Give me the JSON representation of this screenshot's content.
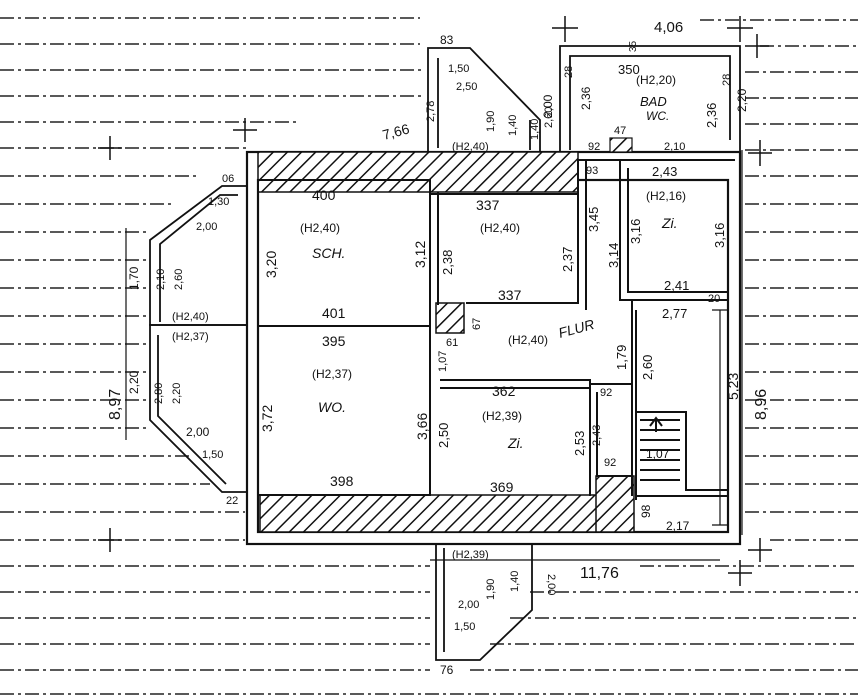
{
  "rooms": {
    "schlafen": {
      "name": "SCH.",
      "height": "(H2,40)",
      "width_top": "400",
      "width_bottom": "401",
      "left": "3,20",
      "right": "3,12"
    },
    "wohnen": {
      "name": "WO.",
      "height": "(H2,37)",
      "width_top": "395",
      "width_bottom": "398",
      "left": "3,72",
      "right": "3,66"
    },
    "kueche": {
      "width_top": "337",
      "height": "(H2,40)",
      "width_bottom": "337",
      "left": "2,38",
      "right": "2,37",
      "side": "3,45"
    },
    "flur": {
      "name": "FLUR",
      "height": "(H2,40)",
      "depth": "1,79",
      "width": "2,77",
      "lower": "2,60"
    },
    "zimmer_ost": {
      "name": "Zi.",
      "height": "(H2,16)",
      "width_top": "2,43",
      "width_bottom": "2,41",
      "left": "3,16",
      "right": "3,16",
      "side": "3,14"
    },
    "zimmer_mitte": {
      "name": "Zi.",
      "height": "(H2,39)",
      "width_top": "362",
      "width_bottom": "369",
      "left": "2,50",
      "right": "2,53"
    },
    "bad": {
      "name": "BAD",
      "sub": "WC.",
      "height": "(H2,20)",
      "width": "350",
      "left": "2,36",
      "right": "2,36"
    }
  },
  "dimensions": {
    "overall_right": "8,96",
    "overall_left": "8,97",
    "overall_bottom": "11,76",
    "upper_left": "7,66",
    "top_right": "4,06",
    "top_small": "83",
    "bottom_small": "76",
    "flur_right": "5,23",
    "stair": "1,07",
    "stair_width": "2,17",
    "bottom_right_small": "98",
    "small_92a": "92",
    "small_92b": "92",
    "small_92c": "92",
    "small_243": "2,43",
    "chimney_67": "67",
    "chimney_61": "61",
    "door_107": "1,07",
    "corner_06": "06",
    "corner_22": "22",
    "corner_93": "93",
    "corner_20": "20",
    "corner_28a": "28",
    "corner_28b": "28",
    "bad_47": "47",
    "bad_210": "2,10",
    "bad_200": "2,00",
    "bad_220": "2,20",
    "bad_35": "35"
  },
  "bays": {
    "left_upper": {
      "height": "(H2,40)",
      "a": "1,30",
      "b": "2,00",
      "c": "1,70",
      "d": "2,10",
      "e": "2,60"
    },
    "left_lower": {
      "height": "(H2,37)",
      "a": "2,00",
      "b": "1,50",
      "c": "2,20",
      "d": "2,80",
      "e": "2,20"
    },
    "top": {
      "height": "(H2,40)",
      "a": "1,50",
      "b": "2,50",
      "c": "2,78",
      "d": "1,90",
      "e": "1,40",
      "f": "1,40",
      "g": "2,60"
    },
    "bottom": {
      "height": "(H2,39)",
      "a": "2,00",
      "b": "1,50",
      "c": "1,90",
      "d": "1,40",
      "e": "2,00"
    }
  }
}
